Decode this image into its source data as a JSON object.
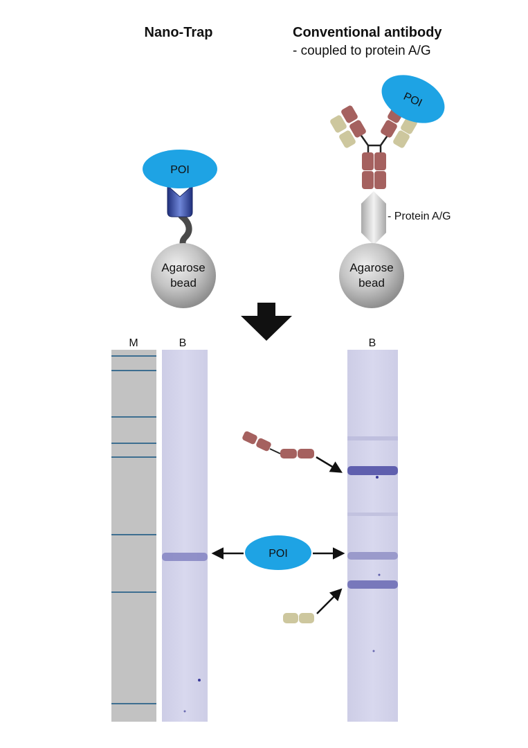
{
  "headers": {
    "nanotrap_title": "Nano-Trap",
    "conventional_title": "Conventional antibody",
    "conventional_subtitle": "- coupled to protein A/G"
  },
  "labels": {
    "poi": "POI",
    "agarose_line1": "Agarose",
    "agarose_line2": "bead",
    "protein_ag": "- Protein A/G"
  },
  "gel": {
    "lane_marker": "M",
    "lane_nanotrap": "B",
    "lane_conventional": "B"
  },
  "colors": {
    "poi_blue": "#1ea3e4",
    "heavy_chain": "#a5615f",
    "light_chain": "#cdc79e",
    "bead_gray": "#a8a8a8",
    "gel_lane": "#d3d3ea",
    "marker_lane": "#c2c2c2",
    "marker_band": "#3d6e90"
  }
}
